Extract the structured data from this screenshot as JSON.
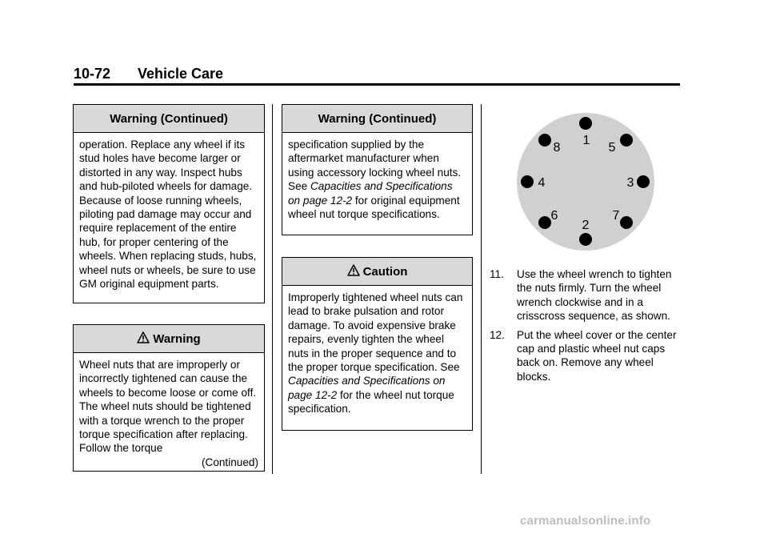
{
  "header": {
    "page_number": "10-72",
    "section_title": "Vehicle Care"
  },
  "col1": {
    "box1": {
      "title": "Warning  (Continued)",
      "text": "operation. Replace any wheel if its stud holes have become larger or distorted in any way. Inspect hubs and hub-piloted wheels for damage. Because of loose running wheels, piloting pad damage may occur and require replacement of the entire hub, for proper centering of the wheels. When replacing studs, hubs, wheel nuts or wheels, be sure to use GM original equipment parts."
    },
    "box2": {
      "title": "Warning",
      "icon": "warning-triangle-icon",
      "text": "Wheel nuts that are improperly or incorrectly tightened can cause the wheels to become loose or come off. The wheel nuts should be tightened with a torque wrench to the proper torque specification after replacing. Follow the torque",
      "continued": "(Continued)"
    }
  },
  "col2": {
    "box1": {
      "title": "Warning  (Continued)",
      "text_a": "specification supplied by the aftermarket manufacturer when using accessory locking wheel nuts. See ",
      "ref": "Capacities and Specifications on page 12-2",
      "text_b": " for original equipment wheel nut torque specifications."
    },
    "box2": {
      "title": "Caution",
      "icon": "warning-triangle-icon",
      "text_a": "Improperly tightened wheel nuts can lead to brake pulsation and rotor damage. To avoid expensive brake repairs, evenly tighten the wheel nuts in the proper sequence and to the proper torque specification. See ",
      "ref": "Capacities and Specifications on page 12-2",
      "text_b": " for the wheel nut torque specification."
    }
  },
  "diagram": {
    "labels": [
      "1",
      "2",
      "3",
      "4",
      "5",
      "6",
      "7",
      "8"
    ]
  },
  "steps": [
    {
      "num": "11.",
      "text": "Use the wheel wrench to tighten the nuts firmly. Turn the wheel wrench clockwise and in a crisscross sequence, as shown."
    },
    {
      "num": "12.",
      "text": "Put the wheel cover or the center cap and plastic wheel nut caps back on. Remove any wheel blocks."
    }
  ],
  "watermark": "carmanualsonline.info",
  "colors": {
    "box_header": "#d9d9d9",
    "diagram_fill": "#d0d0d0",
    "watermark": "#bdbdbd"
  }
}
